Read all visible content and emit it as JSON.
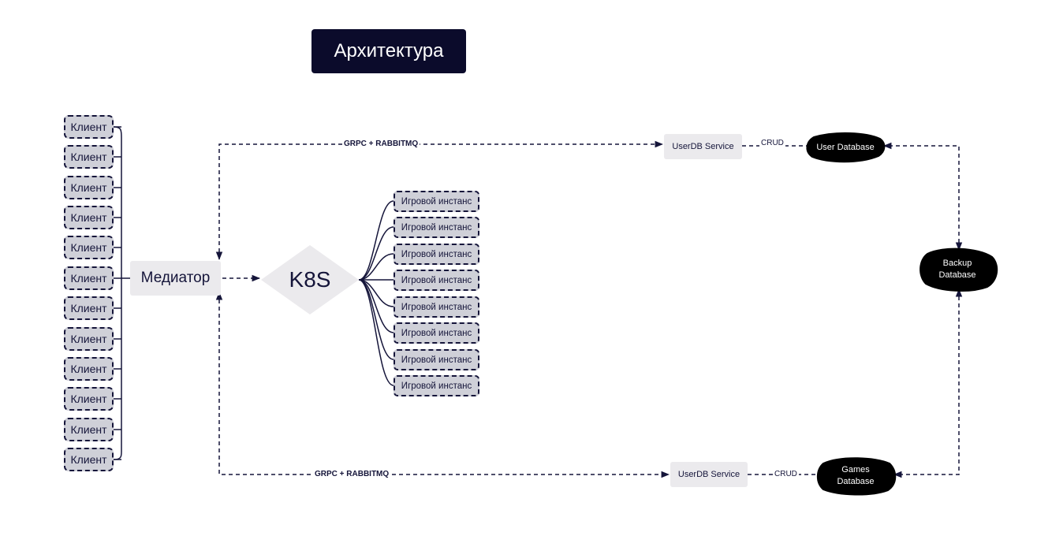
{
  "title": "Архитектура",
  "clients": [
    "Клиент",
    "Клиент",
    "Клиент",
    "Клиент",
    "Клиент",
    "Клиент",
    "Клиент",
    "Клиент",
    "Клиент",
    "Клиент",
    "Клиент",
    "Клиент"
  ],
  "mediator": "Медиатор",
  "k8s": "K8S",
  "instances": [
    "Игровой инстанс",
    "Игровой инстанс",
    "Игровой инстанс",
    "Игровой инстанс",
    "Игровой инстанс",
    "Игровой инстанс",
    "Игровой инстанс",
    "Игровой инстанс"
  ],
  "services": {
    "top": "UserDB Service",
    "bottom": "UserDB Service"
  },
  "edges": {
    "top_protocol": "GRPC + RABBITMQ",
    "bottom_protocol": "GRPC + RABBITMQ",
    "top_crud": "CRUD",
    "bottom_crud": "CRUD"
  },
  "databases": {
    "user": "User Database",
    "backup": "Backup Database",
    "games": "Games Database"
  },
  "colors": {
    "ink": "#15153a",
    "title_bg": "#0b0b2b",
    "node_fill": "#cfd0d8",
    "service_fill": "#ebeaed",
    "db_fill": "#000000"
  }
}
